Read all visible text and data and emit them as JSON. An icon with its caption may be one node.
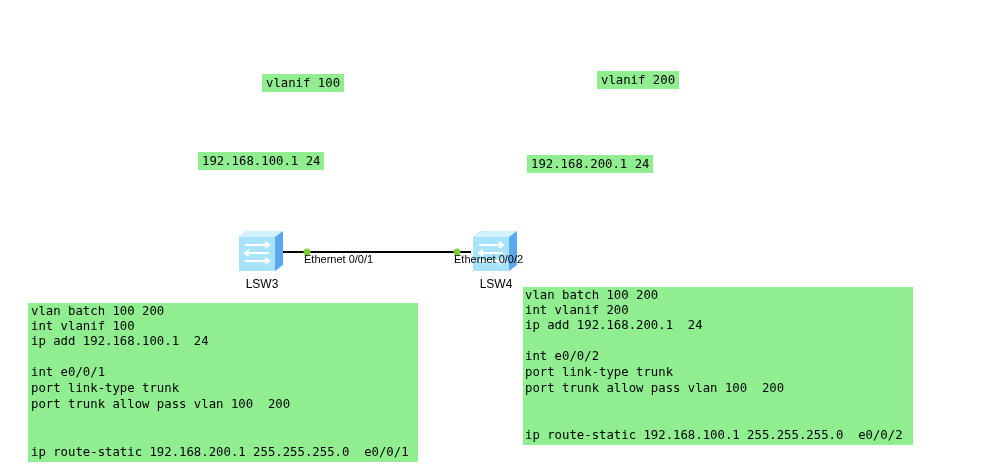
{
  "diagram": {
    "nodes": [
      {
        "text": [
          "LSW3"
        ]
      },
      {
        "text": [
          "LSW4"
        ]
      }
    ],
    "edges": [
      {
        "from": 0,
        "to": 1,
        "arrow": "none"
      }
    ],
    "labels": [
      "vlanif 100",
      "vlanif 200",
      "192.168.100.1 24",
      "192.168.200.1 24",
      "Ethernet 0/0/1",
      "Ethernet 0/0/2",
      "vlan batch 100 200",
      "int vlanif 100",
      "ip add 192.168.100.1  24",
      "int e0/0/1",
      "port link-type trunk",
      "port trunk allow pass vlan 100  200",
      "ip route-static 192.168.200.1 255.255.255.0  e0/0/1",
      "vlan batch 100 200",
      "int vlanif 200",
      "ip add 192.168.200.1  24",
      "int e0/0/2",
      "port link-type trunk",
      "port trunk allow pass vlan 100  200",
      "ip route-static 192.168.100.1 255.255.255.0  e0/0/2"
    ]
  }
}
